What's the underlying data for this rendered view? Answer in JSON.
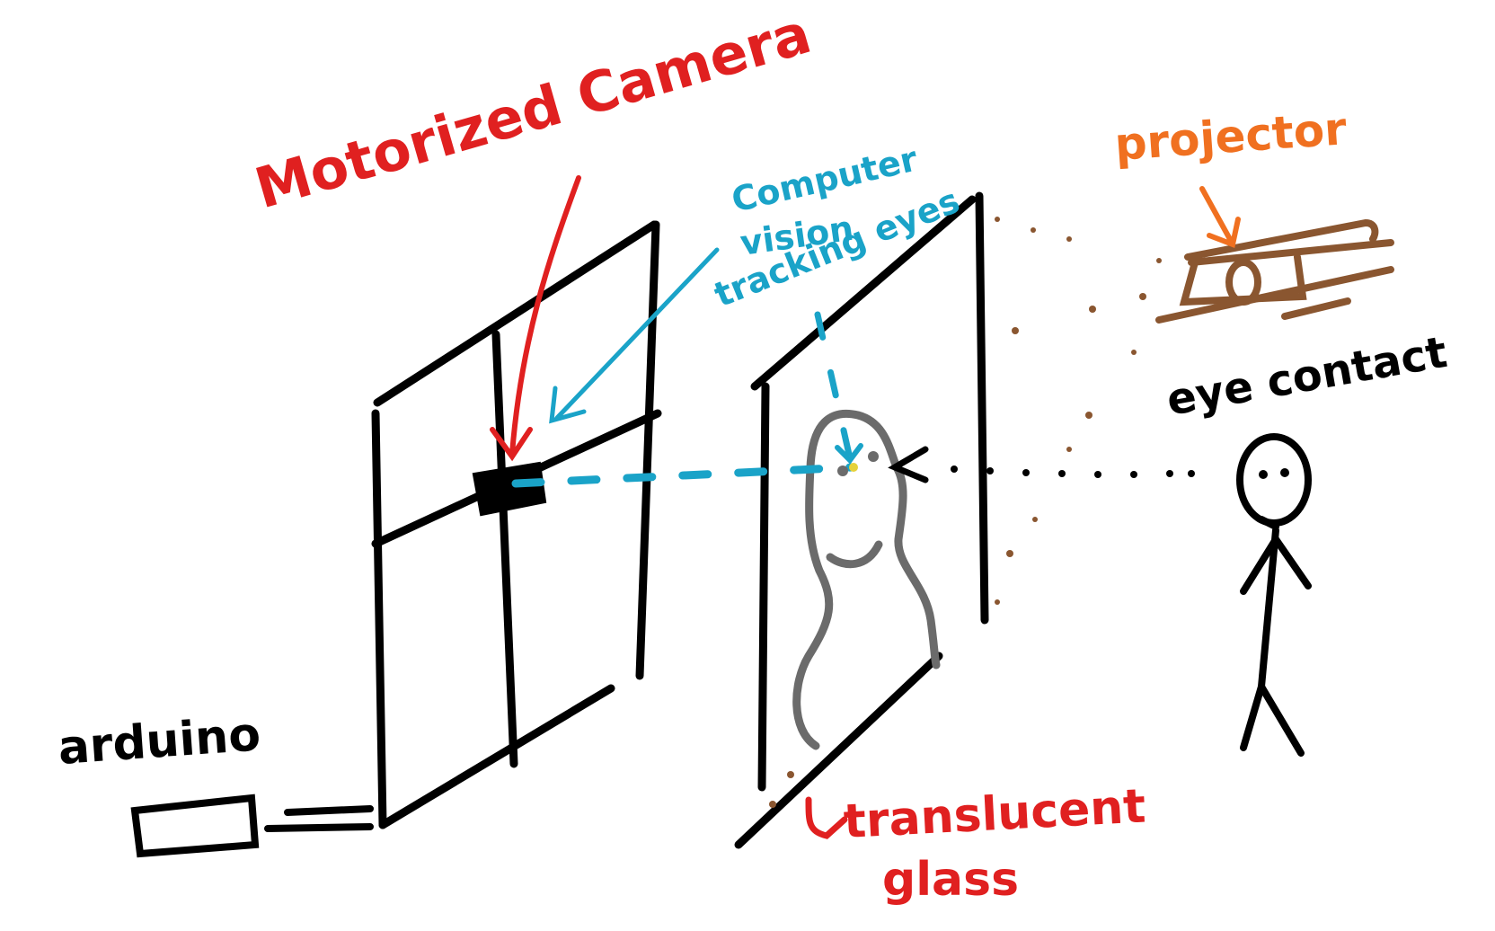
{
  "labels": {
    "motorized_camera": "Motorized Camera",
    "computer_vision": [
      "Computer",
      "vision",
      "tracking eyes"
    ],
    "projector": "projector",
    "eye_contact": "eye contact",
    "arduino": "arduino",
    "translucent_glass": [
      "translucent",
      "glass"
    ]
  },
  "colors": {
    "ink": "#000000",
    "red": "#e02020",
    "blue": "#1aa3c8",
    "orange": "#f07020",
    "brown": "#8a5630",
    "gray": "#6b6b6b",
    "yellow": "#e6d23a"
  }
}
